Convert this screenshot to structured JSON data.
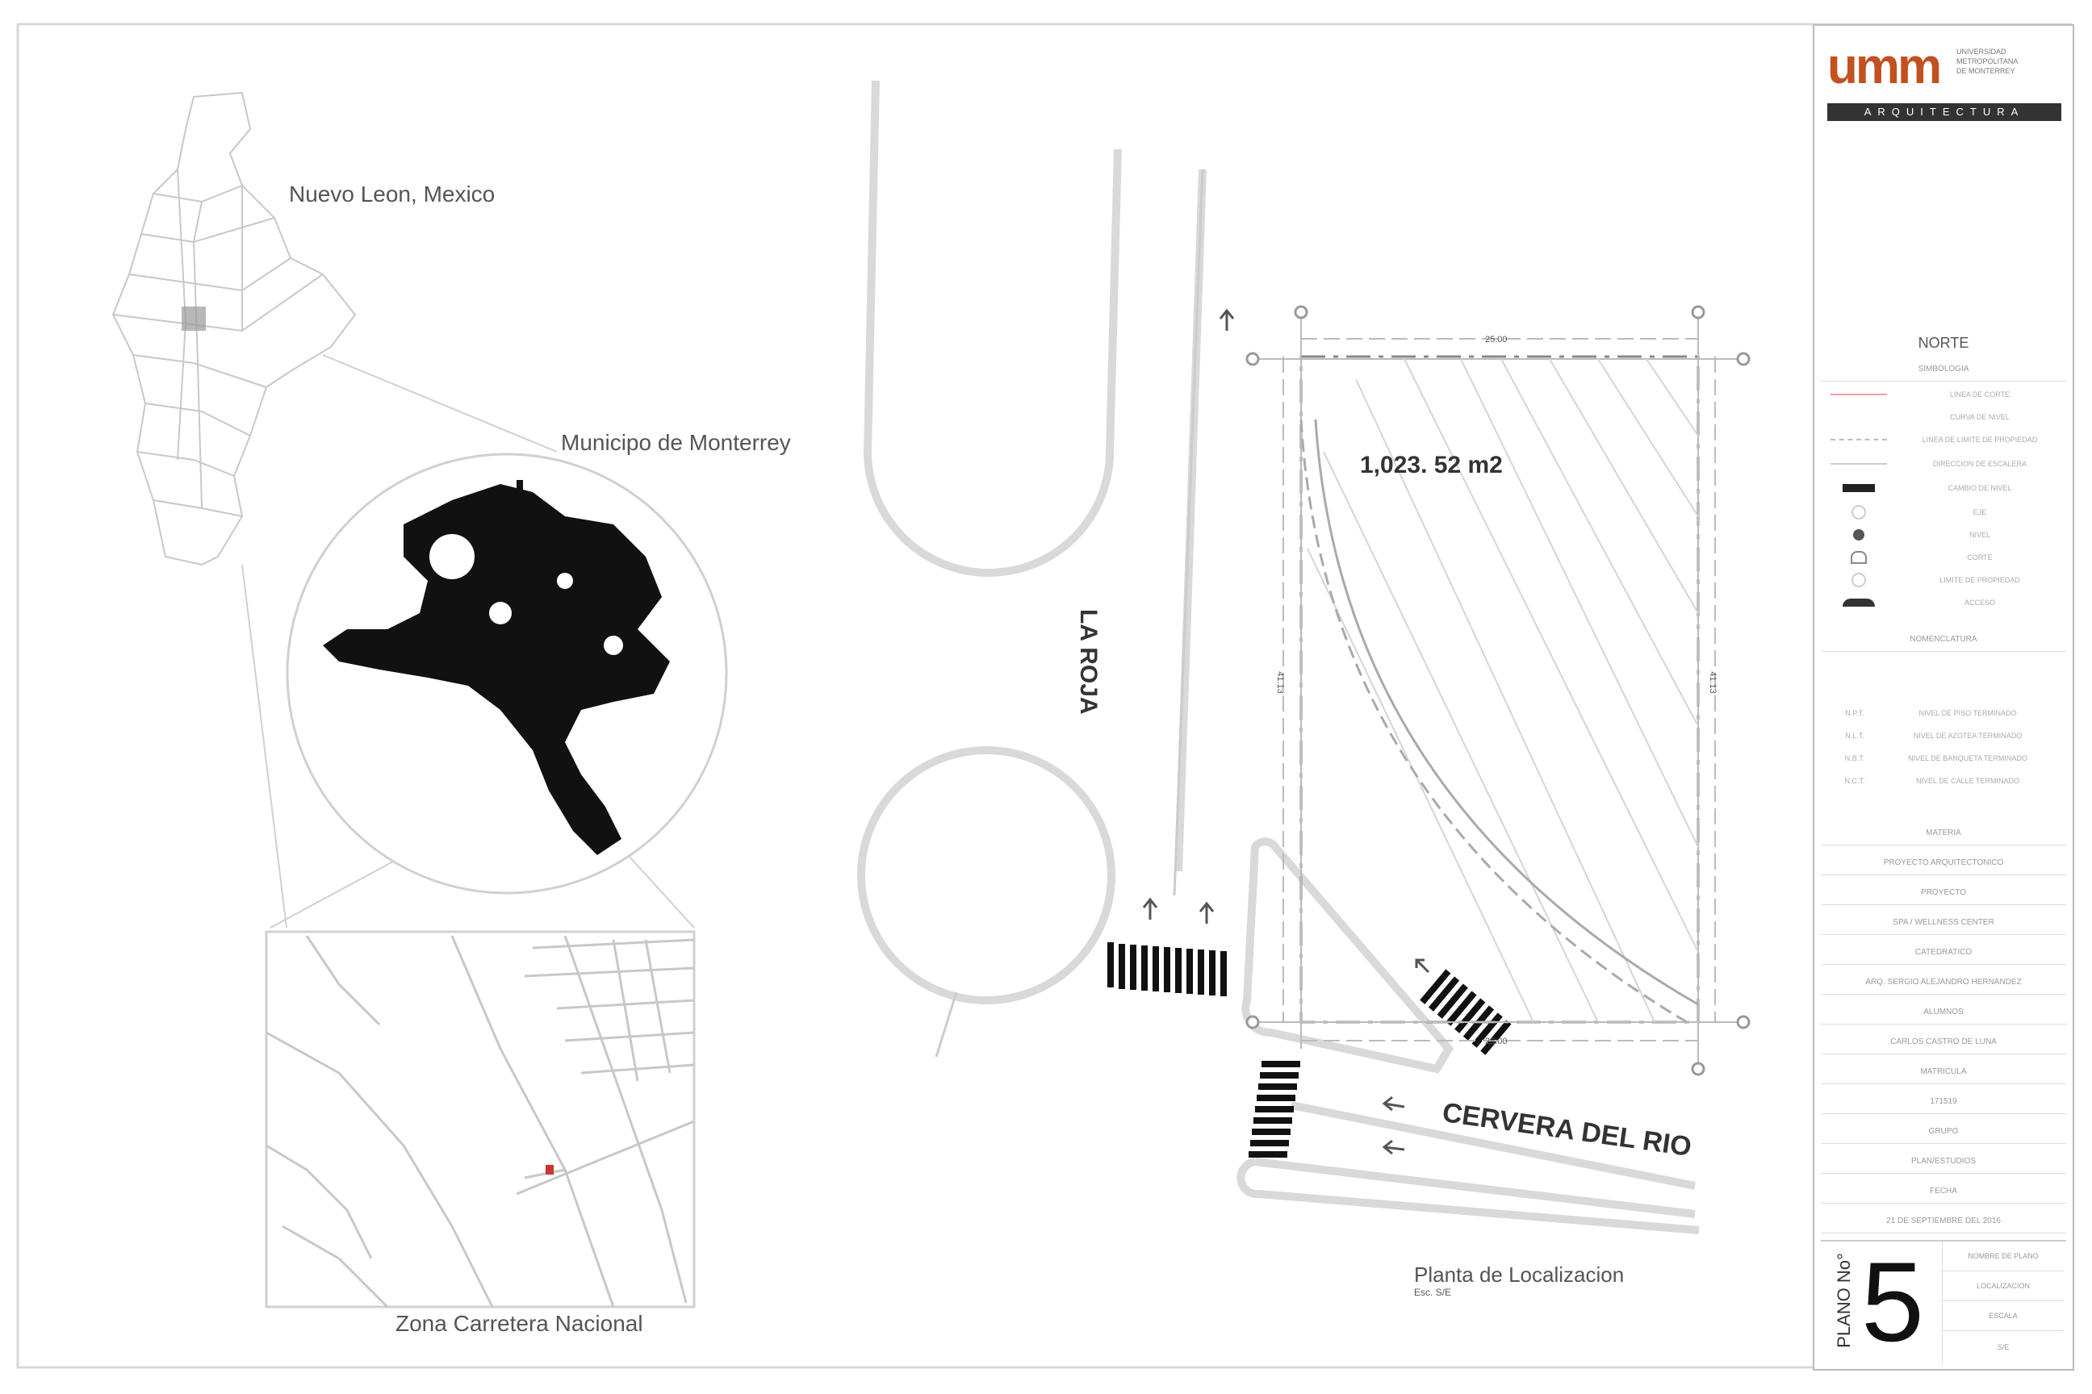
{
  "maps": {
    "state_label": "Nuevo Leon, Mexico",
    "municipality_label": "Municipo de Monterrey",
    "zone_label": "Zona Carretera Nacional"
  },
  "site_plan": {
    "area_label": "1,023. 52 m2",
    "street_vertical": "LA ROJA",
    "street_horizontal": "CERVERA DEL RIO",
    "plan_title": "Planta de Localizacion",
    "plan_scale": "Esc. S/E",
    "dim_top": "25.00",
    "dim_bottom": "25.00",
    "dim_left": "41.13",
    "dim_right": "41.13"
  },
  "title_block": {
    "logo_mark": "umm",
    "logo_subtitle_lines": [
      "UNIVERSIDAD",
      "METROPOLITANA",
      "DE MONTERREY"
    ],
    "logo_banner": "ARQUITECTURA",
    "north_label": "NORTE",
    "simbologia_title": "SIMBOLOGIA",
    "legend": [
      "LINEA DE CORTE",
      "CURVA DE NIVEL",
      "LINEA DE LIMITE DE PROPIEDAD",
      "DIRECCION DE ESCALERA",
      "CAMBIO DE NIVEL",
      "EJE",
      "NIVEL",
      "CORTE",
      "LIMITE DE PROPIEDAD",
      "ACCESO"
    ],
    "nomenclatura_title": "NOMENCLATURA",
    "nomenclature": [
      {
        "code": "N.P.T.",
        "desc": "NIVEL DE PISO TERMINADO"
      },
      {
        "code": "N.L.T.",
        "desc": "NIVEL DE AZOTEA TERMINADO"
      },
      {
        "code": "N.B.T.",
        "desc": "NIVEL DE BANQUETA TERMINADO"
      },
      {
        "code": "N.C.T.",
        "desc": "NIVEL DE CALLE TERMINADO"
      }
    ],
    "info_rows": [
      "MATERIA",
      "PROYECTO ARQUITECTONICO",
      "PROYECTO",
      "SPA / WELLNESS CENTER",
      "CATEDRATICO",
      "ARQ. SERGIO ALEJANDRO HERNANDEZ",
      "ALUMNOS",
      "CARLOS CASTRO DE LUNA",
      "MATRICULA",
      "171519",
      "GRUPO",
      "PLAN/ESTUDIOS",
      "FECHA",
      "21 DE SEPTIEMBRE DEL 2016"
    ],
    "plano_label": "PLANO No°",
    "plano_number": "5",
    "plano_info": [
      "NOMBRE DE PLANO",
      "LOCALIZACION",
      "ESCALA",
      "S/E"
    ]
  },
  "colors": {
    "accent_blue": "#2a8fc9",
    "light_blue": "#8cc8ea",
    "logo_orange": "#c2511f",
    "line_gray": "#cfcfcf",
    "dark": "#1a1a1a"
  }
}
